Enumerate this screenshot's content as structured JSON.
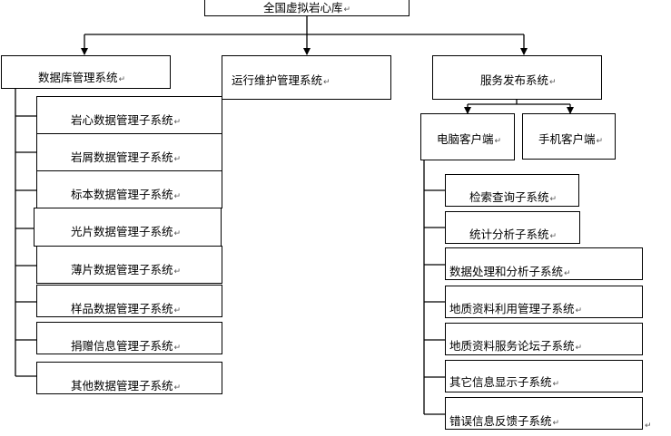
{
  "paragraph_mark": "↵",
  "root": {
    "label": "全国虚拟岩心库"
  },
  "branches": {
    "database": {
      "label": "数据库管理系统",
      "children": [
        "岩心数据管理子系统",
        "岩屑数据管理子系统",
        "标本数据管理子系统",
        "光片数据管理子系统",
        "薄片数据管理子系统",
        "样品数据管理子系统",
        "捐赠信息管理子系统",
        "其他数据管理子系统"
      ]
    },
    "ops": {
      "label": "运行维护管理系统"
    },
    "service": {
      "label": "服务发布系统",
      "clients": {
        "pc": "电脑客户端",
        "mobile": "手机客户端"
      },
      "children": [
        "检索查询子系统",
        "统计分析子系统",
        "数据处理和分析子系统",
        "地质资料利用管理子系统",
        "地质资料服务论坛子系统",
        "其它信息显示子系统",
        "错误信息反馈子系统"
      ]
    }
  }
}
